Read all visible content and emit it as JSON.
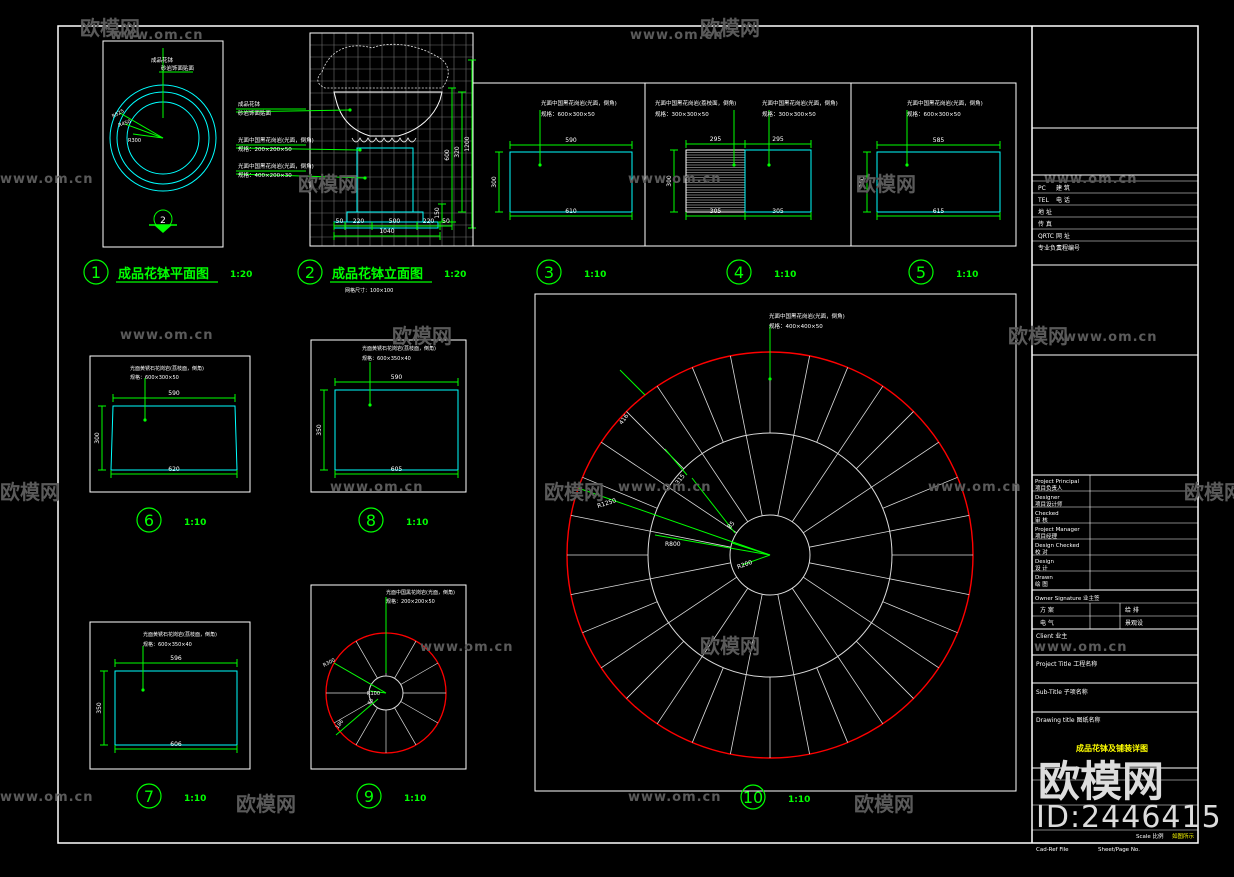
{
  "colors": {
    "background": "#000000",
    "frame": "#ffffff",
    "cyan": "#00ffff",
    "green": "#00ff00",
    "red": "#ff0000",
    "yellow": "#ffff00",
    "grey": "#a0a0a0"
  },
  "views": [
    {
      "num": "1",
      "title": "成品花钵平面图",
      "scale": "1:20"
    },
    {
      "num": "2",
      "title": "成品花钵立面图",
      "scale": "1:20",
      "note": "网格尺寸：100×100"
    },
    {
      "num": "3",
      "title": "",
      "scale": "1:10"
    },
    {
      "num": "4",
      "title": "",
      "scale": "1:10"
    },
    {
      "num": "5",
      "title": "",
      "scale": "1:10"
    },
    {
      "num": "6",
      "title": "",
      "scale": "1:10"
    },
    {
      "num": "7",
      "title": "",
      "scale": "1:10"
    },
    {
      "num": "8",
      "title": "",
      "scale": "1:10"
    },
    {
      "num": "9",
      "title": "",
      "scale": "1:10"
    },
    {
      "num": "10",
      "title": "",
      "scale": "1:10"
    }
  ],
  "view1": {
    "label1": "成品花钵",
    "label2": "砂岩饰面贴面",
    "r1": "R300",
    "r2": "R450",
    "r3": "R525",
    "section": "2"
  },
  "view2": {
    "label1": "成品花钵",
    "label2": "砂岩饰面贴面",
    "label3": "光面中国黑花岗岩(光面，倒角)",
    "label3b": "规格：200×200×50",
    "label4": "光面中国黑花岗岩(光面，倒角)",
    "label4b": "规格：400×200×30",
    "dims_bottom": [
      "50",
      "220",
      "500",
      "220",
      "50"
    ],
    "dim_total": "1040",
    "dims_right": [
      "150",
      "320",
      "600",
      "1200"
    ]
  },
  "view3": {
    "note1": "光面中国黑花岗岩(光面，倒角)",
    "note2": "规格：600×300×50",
    "top": "590",
    "bottom": "610",
    "side": "300"
  },
  "view4": {
    "note_left1": "光面中国黑花岗岩(荔枝面，倒角)",
    "note_left2": "规格：300×300×50",
    "note_right1": "光面中国黑花岗岩(光面，倒角)",
    "note_right2": "规格：300×300×50",
    "top_left": "295",
    "top_right": "295",
    "bottom_left": "305",
    "bottom_right": "305",
    "side": "300"
  },
  "view5": {
    "note1": "光面中国黑花岗岩(光面，倒角)",
    "note2": "规格：600×300×50",
    "top": "585",
    "bottom": "615",
    "side": "300"
  },
  "view6": {
    "note1": "光面黄锈石花岗岩(荔枝面，倒角)",
    "note2": "规格：600×300×50",
    "top": "590",
    "bottom": "620",
    "side": "300"
  },
  "view7": {
    "note1": "光面黄锈石花岗岩(荔枝面，倒角)",
    "note2": "规格：600×350×40",
    "top": "596",
    "bottom": "606",
    "side": "350"
  },
  "view8": {
    "note1": "光面黄锈石花岗岩(荔枝面，倒角)",
    "note2": "规格：600×350×40",
    "top": "590",
    "bottom": "605",
    "side": "350"
  },
  "view9": {
    "note1": "光面中国黑花岗岩(光面，倒角)",
    "note2": "规格：200×200×50",
    "r1": "R100",
    "r2": "R300",
    "d1": "65",
    "d2": "186"
  },
  "view10": {
    "note1": "光面中国黑花岗岩(光面，倒角)",
    "note2": "规格：400×400×50",
    "r1": "R200",
    "r2": "R800",
    "r3": "R1250",
    "d1": "85",
    "d2": "315",
    "d3": "416"
  },
  "title_block": {
    "rows_top": [
      {
        "en": "PC",
        "cn": "建 筑"
      },
      {
        "en": "TEL",
        "cn": "电 话"
      },
      {
        "en": "地 址",
        "cn": ""
      },
      {
        "en": "传 真",
        "cn": ""
      },
      {
        "en": "QRTC",
        "cn": "网 址"
      },
      {
        "en": "专业负责",
        "cn": "工程编号"
      }
    ],
    "rows_people": [
      {
        "en": "Project Principal",
        "cn": "项目负责人"
      },
      {
        "en": "Designer",
        "cn": "项目设计师"
      },
      {
        "en": "Checked",
        "cn": "审 核"
      },
      {
        "en": "Project Manager",
        "cn": "项目经理"
      },
      {
        "en": "Design Checked",
        "cn": "校 对"
      },
      {
        "en": "Design",
        "cn": "设 计"
      },
      {
        "en": "Drawn",
        "cn": "绘 图"
      }
    ],
    "owner_sign": "Owner Signature  业主签",
    "row_a_left": "方 案",
    "row_a_right": "给 排",
    "row_b_left": "电 气",
    "row_b_right": "景观设",
    "client": "Client  业主",
    "project_title": "Project Title  工程名称",
    "sub_title": "Sub-Title  子项名称",
    "drawing_title_label": "Drawing title  图纸名称",
    "drawing_title": "成品花钵及铺装详图",
    "scale_label": "Scale 比例",
    "scale_value": "如图所示",
    "cad_file": "Cad-Ref File",
    "sheet": "Sheet/Page No."
  },
  "watermarks": {
    "url": "www.om.cn",
    "logo": "欧模网",
    "big": "欧模网",
    "id": "ID:2446415"
  }
}
